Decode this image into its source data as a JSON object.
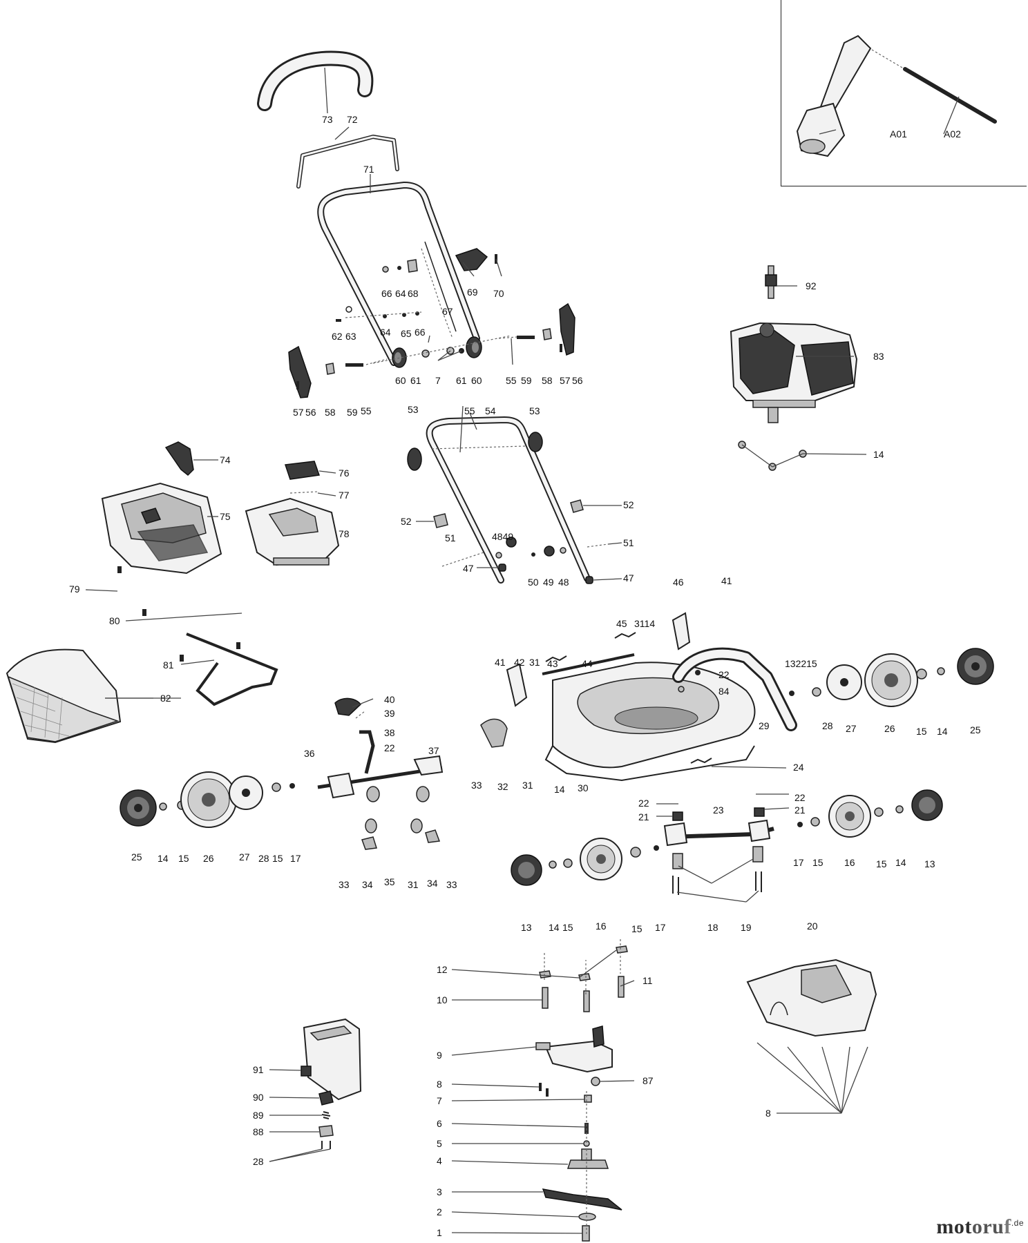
{
  "diagram": {
    "labels": [
      "73",
      "72",
      "71",
      "66",
      "64",
      "68",
      "69",
      "70",
      "62",
      "63",
      "64",
      "65",
      "66",
      "67",
      "60",
      "61",
      "7",
      "61",
      "60",
      "55",
      "59",
      "58",
      "57",
      "56",
      "57",
      "56",
      "58",
      "59",
      "55",
      "53",
      "55",
      "54",
      "53",
      "74",
      "76",
      "77",
      "75",
      "78",
      "52",
      "52",
      "51",
      "4849",
      "51",
      "50",
      "49",
      "48",
      "47",
      "47",
      "79",
      "80",
      "81",
      "82",
      "46",
      "41",
      "45",
      "3114",
      "41",
      "42",
      "31",
      "43",
      "44",
      "132215",
      "22",
      "84",
      "29",
      "28",
      "27",
      "26",
      "15",
      "14",
      "25",
      "24",
      "33",
      "32",
      "31",
      "14",
      "30",
      "40",
      "39",
      "38",
      "36",
      "22",
      "37",
      "25",
      "14",
      "15",
      "26",
      "27",
      "28",
      "15",
      "17",
      "33",
      "34",
      "35",
      "31",
      "34",
      "33",
      "22",
      "22",
      "21",
      "21",
      "23",
      "17",
      "15",
      "16",
      "15",
      "14",
      "13",
      "13",
      "14",
      "15",
      "16",
      "15",
      "17",
      "18",
      "19",
      "92",
      "83",
      "14",
      "A01",
      "A02",
      "20",
      "12",
      "11",
      "10",
      "9",
      "87",
      "8",
      "7",
      "6",
      "5",
      "4",
      "3",
      "2",
      "1",
      "8",
      "91",
      "90",
      "89",
      "88",
      "28"
    ]
  },
  "watermark": {
    "brand_a": "mot",
    "brand_b": "oru",
    "brand_c": "f",
    "tld": ".de"
  }
}
